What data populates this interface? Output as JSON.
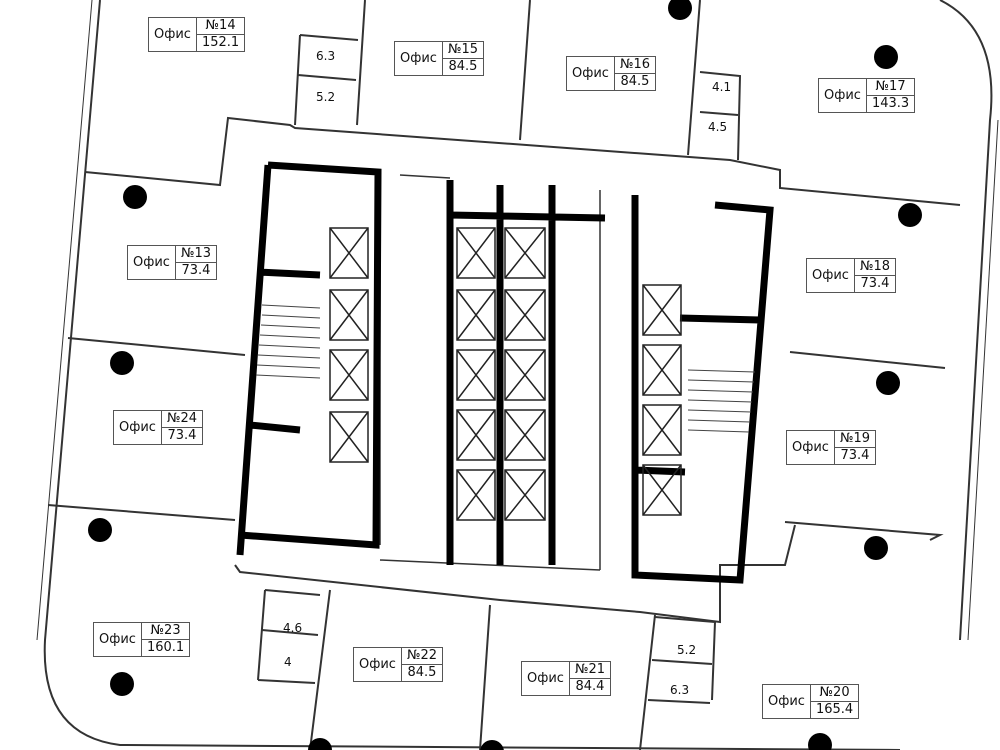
{
  "offices": [
    {
      "kind": "Офис",
      "number": "№14",
      "area": "152.1"
    },
    {
      "kind": "Офис",
      "number": "№15",
      "area": "84.5"
    },
    {
      "kind": "Офис",
      "number": "№16",
      "area": "84.5"
    },
    {
      "kind": "Офис",
      "number": "№17",
      "area": "143.3"
    },
    {
      "kind": "Офис",
      "number": "№13",
      "area": "73.4"
    },
    {
      "kind": "Офис",
      "number": "№18",
      "area": "73.4"
    },
    {
      "kind": "Офис",
      "number": "№24",
      "area": "73.4"
    },
    {
      "kind": "Офис",
      "number": "№19",
      "area": "73.4"
    },
    {
      "kind": "Офис",
      "number": "№23",
      "area": "160.1"
    },
    {
      "kind": "Офис",
      "number": "№22",
      "area": "84.5"
    },
    {
      "kind": "Офис",
      "number": "№21",
      "area": "84.4"
    },
    {
      "kind": "Офис",
      "number": "№20",
      "area": "165.4"
    }
  ],
  "wc_areas": [
    "6.3",
    "5.2",
    "4.1",
    "4.5",
    "4.6",
    "4",
    "5.2",
    "6.3"
  ]
}
